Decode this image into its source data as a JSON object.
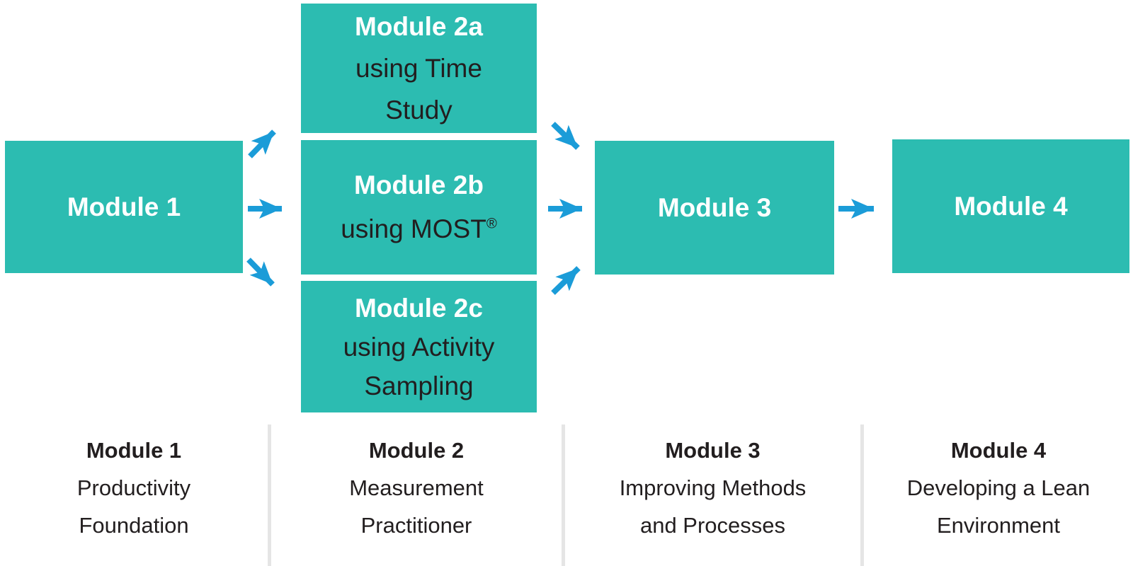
{
  "boxes": {
    "module1": {
      "title": "Module 1"
    },
    "module2a": {
      "title": "Module 2a",
      "line1": "using Time",
      "line2": "Study"
    },
    "module2b": {
      "title": "Module 2b",
      "line1": "using MOST",
      "reg": "®"
    },
    "module2c": {
      "title": "Module 2c",
      "line1": "using Activity",
      "line2": "Sampling"
    },
    "module3": {
      "title": "Module 3"
    },
    "module4": {
      "title": "Module 4"
    }
  },
  "legend": {
    "columns": [
      {
        "title": "Module 1",
        "line1": "Productivity",
        "line2": "Foundation"
      },
      {
        "title": "Module 2",
        "line1": "Measurement",
        "line2": "Practitioner"
      },
      {
        "title": "Module 3",
        "line1": "Improving Methods",
        "line2": "and Processes"
      },
      {
        "title": "Module 4",
        "line1": "Developing a Lean",
        "line2": "Environment"
      }
    ]
  },
  "colors": {
    "box_teal": "#2CBCB1",
    "arrow_blue": "#1B9CD8",
    "divider_gray": "#E5E5E5",
    "box_title_white": "#FFFFFF",
    "text_dark": "#221E1F"
  }
}
